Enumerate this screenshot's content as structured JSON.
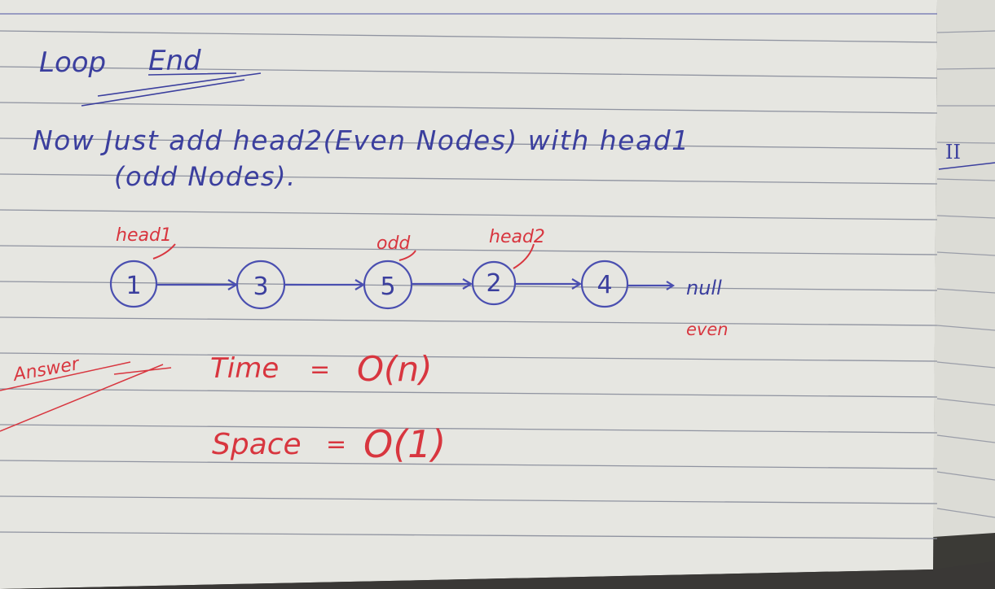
{
  "heading": {
    "line1_left": "Loop",
    "line1_right": "End"
  },
  "note": {
    "line1": "Now Just add head2(Even Nodes) with head1",
    "line2": "(odd Nodes).",
    "margin_mark": "II"
  },
  "list": {
    "labels": {
      "head1": "head1",
      "odd": "odd",
      "head2": "head2",
      "even": "even"
    },
    "nodes": [
      "1",
      "3",
      "5",
      "2",
      "4"
    ],
    "terminal": "null"
  },
  "answer": {
    "label": "Answer",
    "time_label": "Time",
    "time_value": "O(n)",
    "space_label": "Space",
    "space_value": "O(1)",
    "equals": "="
  },
  "colors": {
    "paper": "#e9e9e4",
    "rule": "#8a8e98",
    "ink_blue": "#3b3f9e",
    "ink_red": "#d8363f"
  }
}
